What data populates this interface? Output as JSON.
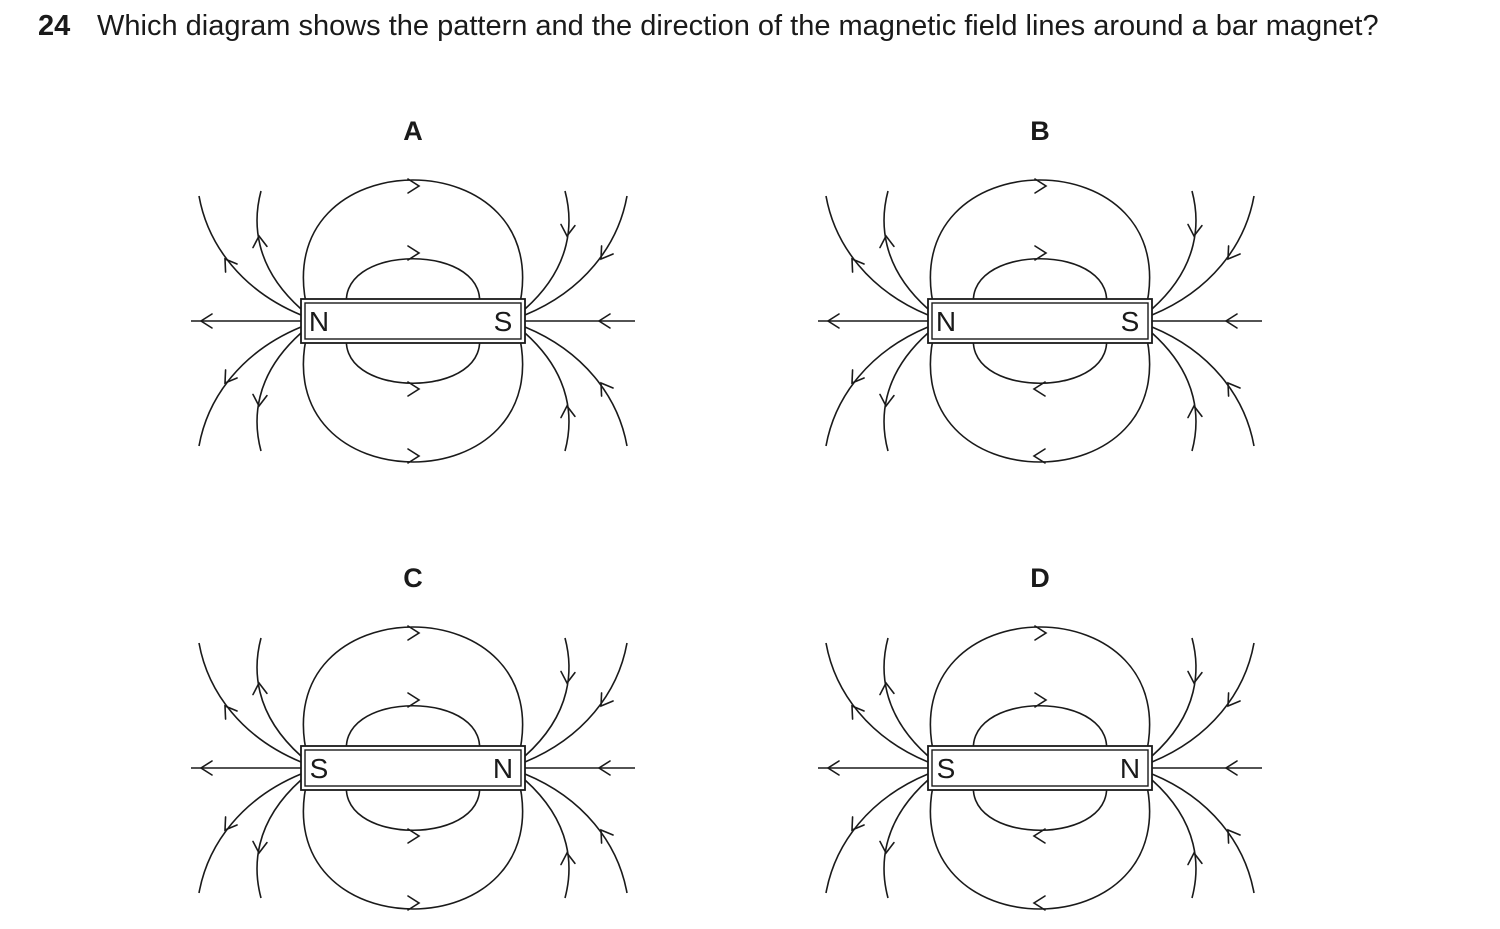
{
  "question": {
    "number": "24",
    "text": "Which diagram shows the pattern and the direction of the magnetic field lines around a bar magnet?"
  },
  "options": [
    {
      "label": "A",
      "left_pole": "N",
      "right_pole": "S",
      "loops": "right",
      "outer": "out"
    },
    {
      "label": "B",
      "left_pole": "N",
      "right_pole": "S",
      "loops": "mixed",
      "outer": "out"
    },
    {
      "label": "C",
      "left_pole": "S",
      "right_pole": "N",
      "loops": "right",
      "outer": "out"
    },
    {
      "label": "D",
      "left_pole": "S",
      "right_pole": "N",
      "loops": "mixed",
      "outer": "out"
    }
  ]
}
